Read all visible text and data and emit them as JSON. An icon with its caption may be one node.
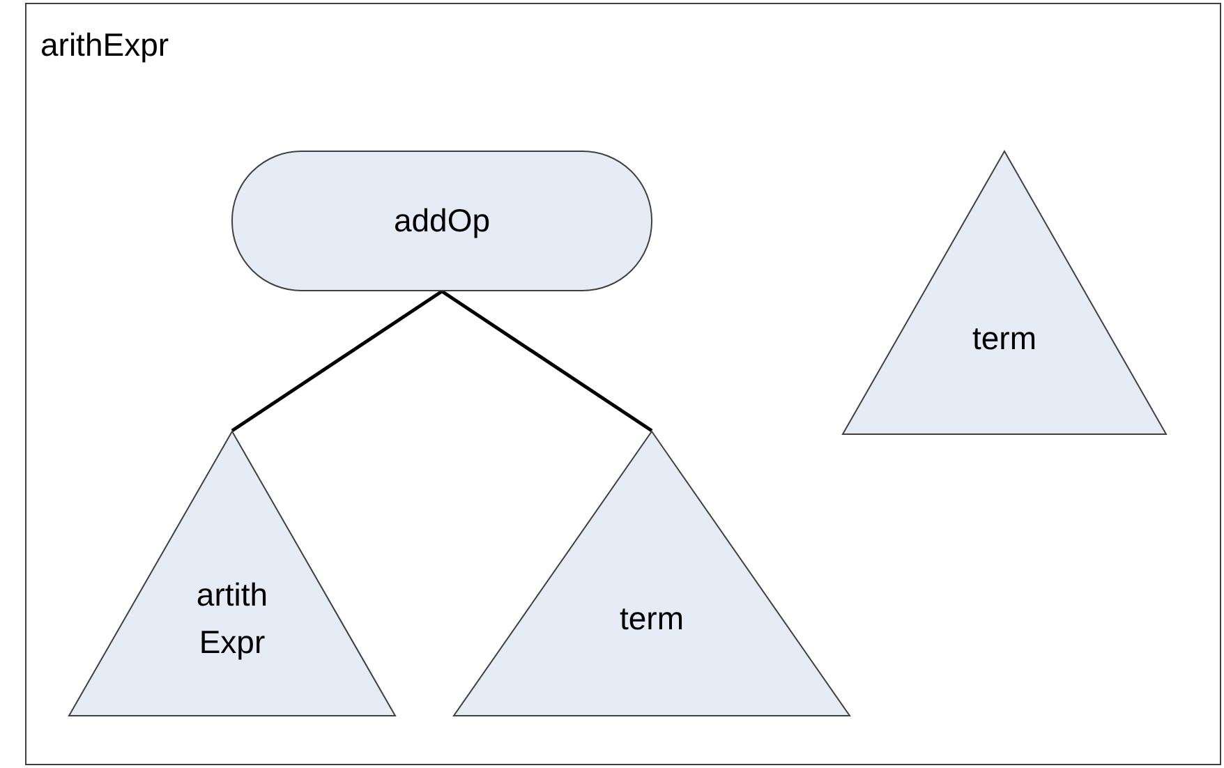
{
  "diagram": {
    "nodes": [
      {
        "text": [
          "arithExpr"
        ]
      },
      {
        "text": [
          "addOp"
        ],
        "in": 0
      },
      {
        "text": [
          "artith Expr"
        ],
        "in": 0
      },
      {
        "text": [
          "term"
        ],
        "in": 0
      },
      {
        "text": [
          "term"
        ],
        "in": 0
      }
    ],
    "edges": [
      {
        "from": 1,
        "to": 2,
        "arrow": "none"
      },
      {
        "from": 1,
        "to": 3,
        "arrow": "none"
      }
    ]
  }
}
